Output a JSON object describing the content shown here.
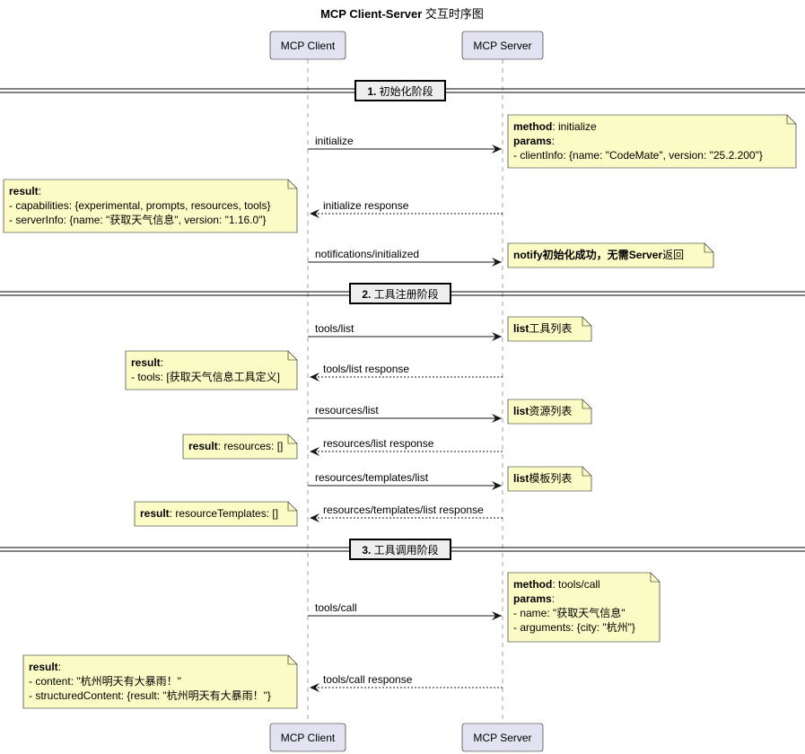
{
  "title": {
    "bold": "MCP Client-Server",
    "rest": " 交互时序图"
  },
  "participants": {
    "client": "MCP Client",
    "server": "MCP Server"
  },
  "dividers": [
    {
      "num": "1.",
      "label": " 初始化阶段"
    },
    {
      "num": "2.",
      "label": " 工具注册阶段"
    },
    {
      "num": "3.",
      "label": " 工具调用阶段"
    }
  ],
  "messages": [
    "initialize",
    "initialize response",
    "notifications/initialized",
    "tools/list",
    "tools/list response",
    "resources/list",
    "resources/list response",
    "resources/templates/list",
    "resources/templates/list response",
    "tools/call",
    "tools/call response"
  ],
  "notes": {
    "initialize": [
      [
        {
          "t": "method",
          "b": true
        },
        {
          "t": ": initialize"
        }
      ],
      [
        {
          "t": "params",
          "b": true
        },
        {
          "t": ":"
        }
      ],
      [
        {
          "t": "- clientInfo: {name: \"CodeMate\", version: \"25.2.200\"}"
        }
      ]
    ],
    "initialize_result": [
      [
        {
          "t": "result",
          "b": true
        },
        {
          "t": ":"
        }
      ],
      [
        {
          "t": "- capabilities: {experimental, prompts, resources, tools}"
        }
      ],
      [
        {
          "t": "- serverInfo: {name: \"获取天气信息\", version: \"1.16.0\"}"
        }
      ]
    ],
    "notify": [
      [
        {
          "t": "notify",
          "b": true
        },
        {
          "t": "初始化成功，无需",
          "b": true
        },
        {
          "t": "Server",
          "b": true
        },
        {
          "t": "返回"
        }
      ]
    ],
    "tools_list": [
      [
        {
          "t": "list",
          "b": true
        },
        {
          "t": "工具列表"
        }
      ]
    ],
    "tools_list_result": [
      [
        {
          "t": "result",
          "b": true
        },
        {
          "t": ":"
        }
      ],
      [
        {
          "t": "- tools: [获取天气信息工具定义]"
        }
      ]
    ],
    "resources_list": [
      [
        {
          "t": "list",
          "b": true
        },
        {
          "t": "资源列表"
        }
      ]
    ],
    "resources_list_result": [
      [
        {
          "t": "result",
          "b": true
        },
        {
          "t": ": resources: []"
        }
      ]
    ],
    "templates_list": [
      [
        {
          "t": "list",
          "b": true
        },
        {
          "t": "模板列表"
        }
      ]
    ],
    "templates_list_result": [
      [
        {
          "t": "result",
          "b": true
        },
        {
          "t": ": resourceTemplates: []"
        }
      ]
    ],
    "tools_call": [
      [
        {
          "t": "method",
          "b": true
        },
        {
          "t": ": tools/call"
        }
      ],
      [
        {
          "t": "params",
          "b": true
        },
        {
          "t": ":"
        }
      ],
      [
        {
          "t": "- name: \"获取天气信息\""
        }
      ],
      [
        {
          "t": "- arguments: {city: \"杭州\"}"
        }
      ]
    ],
    "tools_call_result": [
      [
        {
          "t": "result",
          "b": true
        },
        {
          "t": ":"
        }
      ],
      [
        {
          "t": "- content: \"杭州明天有大暴雨！\""
        }
      ],
      [
        {
          "t": "- structuredContent: {result: \"杭州明天有大暴雨！\"}"
        }
      ]
    ]
  },
  "colors": {
    "participant_fill": "#e2e2f0",
    "participant_stroke": "#181818",
    "note_fill": "#fbfbc5",
    "note_stroke": "#181818",
    "lifeline": "#a0a0a0",
    "arrow": "#181818",
    "divider_line": "#000000"
  }
}
